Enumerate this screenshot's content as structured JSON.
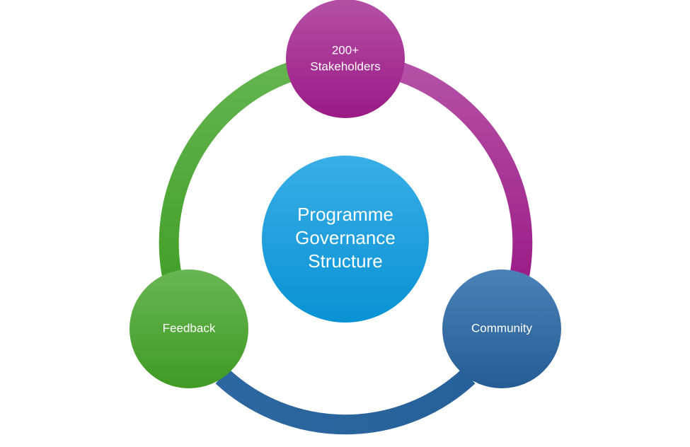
{
  "diagram": {
    "center": {
      "lines": [
        "Programme",
        "Governance",
        "Structure"
      ],
      "color": "#1aa3e0"
    },
    "nodes": [
      {
        "id": "stakeholders",
        "lines": [
          "200+",
          "Stakeholders"
        ],
        "color": "#a7228f"
      },
      {
        "id": "community",
        "lines": [
          "Community"
        ],
        "color": "#2e6aa2"
      },
      {
        "id": "feedback",
        "lines": [
          "Feedback"
        ],
        "color": "#4ca42f"
      }
    ],
    "arcs": [
      {
        "from": "stakeholders",
        "to": "community",
        "color": "#a7228f"
      },
      {
        "from": "community",
        "to": "feedback",
        "color": "#2e6aa2"
      },
      {
        "from": "feedback",
        "to": "stakeholders",
        "color": "#4ca42f"
      }
    ]
  }
}
